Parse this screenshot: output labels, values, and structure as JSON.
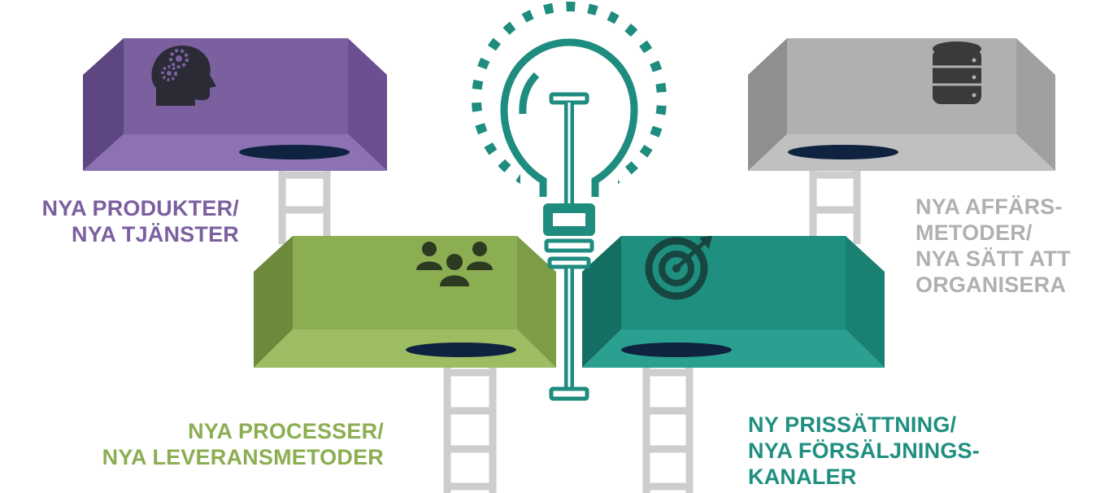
{
  "colors": {
    "purple": "#7b60a0",
    "green": "#8cae52",
    "teal": "#1f8f80",
    "gray": "#b0b0b0",
    "ladder": "#cdcdcd",
    "hole": "#0f2340",
    "bulb": "#1e8c7e",
    "icon_dark": "#2b2b36"
  },
  "labels": {
    "purple": {
      "line1": "NYA PRODUKTER/",
      "line2": "NYA TJÄNSTER"
    },
    "green": {
      "line1": "NYA PROCESSER/",
      "line2": "NYA LEVERANSMETODER"
    },
    "teal": {
      "line1": "NY PRISSÄTTNING/",
      "line2": "NYA FÖRSÄLJNINGS-",
      "line3": "KANALER"
    },
    "gray": {
      "line1": "NYA AFFÄRS-",
      "line2": "METODER/",
      "line3": "NYA SÄTT ATT",
      "line4": "ORGANISERA"
    }
  },
  "icons": {
    "purple_box": "head-gears-icon",
    "green_box": "team-people-icon",
    "teal_box": "target-arrow-icon",
    "gray_box": "database-icon",
    "center": "lightbulb-icon"
  }
}
